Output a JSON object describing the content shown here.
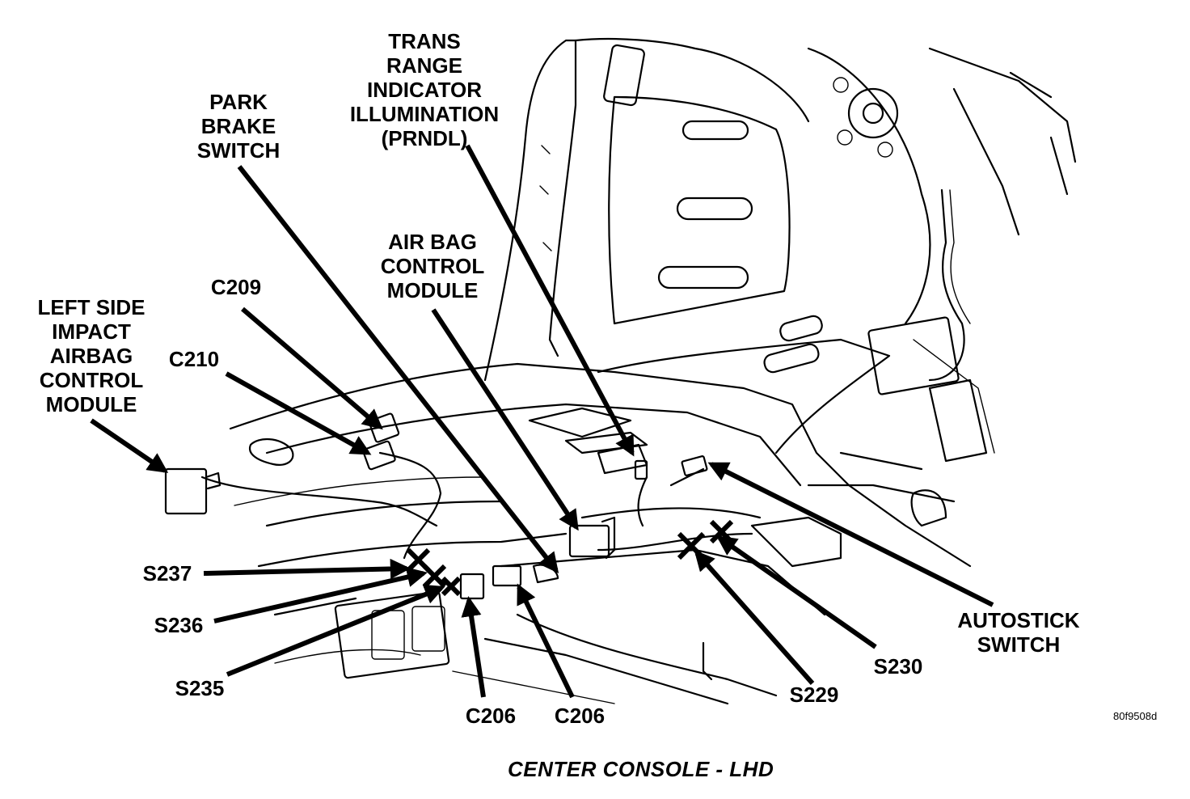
{
  "labels": {
    "trans_range": "TRANS\nRANGE\nINDICATOR\nILLUMINATION\n(PRNDL)",
    "park_brake": "PARK\nBRAKE\nSWITCH",
    "air_bag_module": "AIR BAG\nCONTROL\nMODULE",
    "c209": "C209",
    "left_side_impact": "LEFT SIDE\nIMPACT\nAIRBAG\nCONTROL\nMODULE",
    "c210": "C210",
    "s237": "S237",
    "s236": "S236",
    "s235": "S235",
    "c206_left": "C206",
    "c206_right": "C206",
    "s229": "S229",
    "s230": "S230",
    "autostick": "AUTOSTICK\nSWITCH"
  },
  "caption": "CENTER CONSOLE - LHD",
  "reference_code": "80f9508d"
}
